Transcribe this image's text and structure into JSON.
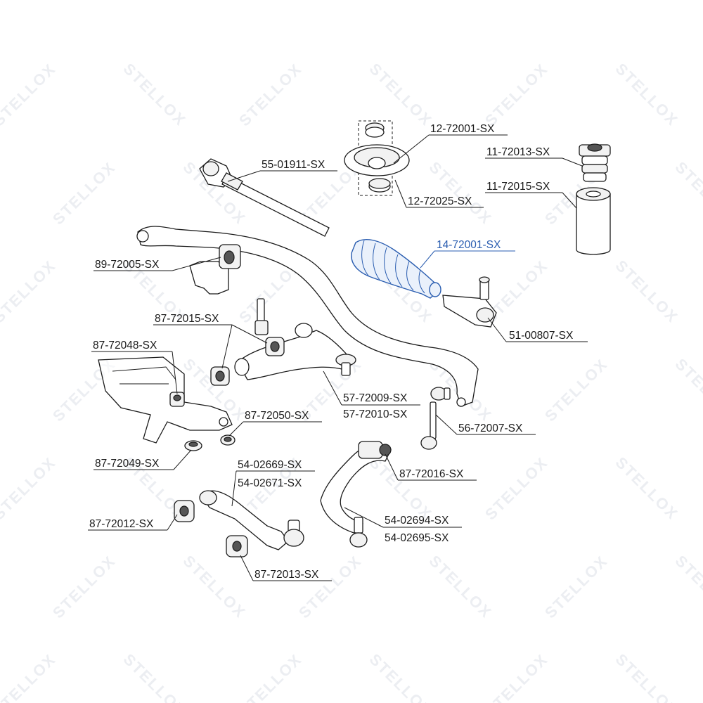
{
  "brand": {
    "watermark_text": "STELLOX",
    "highlight_color": "#2a5db0"
  },
  "parts": [
    {
      "id": "p1",
      "label": "12-72001-SX",
      "highlight": false
    },
    {
      "id": "p2",
      "label": "11-72013-SX",
      "highlight": false
    },
    {
      "id": "p3",
      "label": "55-01911-SX",
      "highlight": false
    },
    {
      "id": "p4",
      "label": "11-72015-SX",
      "highlight": false
    },
    {
      "id": "p5",
      "label": "12-72025-SX",
      "highlight": false
    },
    {
      "id": "p6",
      "label": "14-72001-SX",
      "highlight": true
    },
    {
      "id": "p7",
      "label": "89-72005-SX",
      "highlight": false
    },
    {
      "id": "p8",
      "label": "87-72015-SX",
      "highlight": false
    },
    {
      "id": "p9",
      "label": "51-00807-SX",
      "highlight": false
    },
    {
      "id": "p10",
      "label": "87-72048-SX",
      "highlight": false
    },
    {
      "id": "p11",
      "label": "57-72009-SX",
      "highlight": false
    },
    {
      "id": "p12",
      "label": "57-72010-SX",
      "highlight": false
    },
    {
      "id": "p13",
      "label": "87-72050-SX",
      "highlight": false
    },
    {
      "id": "p14",
      "label": "56-72007-SX",
      "highlight": false
    },
    {
      "id": "p15",
      "label": "87-72049-SX",
      "highlight": false
    },
    {
      "id": "p16",
      "label": "54-02669-SX",
      "highlight": false
    },
    {
      "id": "p17",
      "label": "54-02671-SX",
      "highlight": false
    },
    {
      "id": "p18",
      "label": "87-72016-SX",
      "highlight": false
    },
    {
      "id": "p19",
      "label": "87-72012-SX",
      "highlight": false
    },
    {
      "id": "p20",
      "label": "54-02694-SX",
      "highlight": false
    },
    {
      "id": "p21",
      "label": "54-02695-SX",
      "highlight": false
    },
    {
      "id": "p22",
      "label": "87-72013-SX",
      "highlight": false
    }
  ]
}
